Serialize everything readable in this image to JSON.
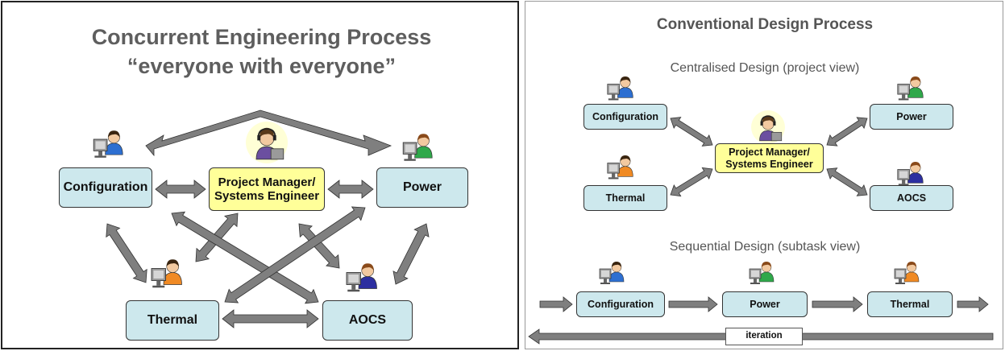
{
  "left": {
    "title_line1": "Concurrent Engineering Process",
    "title_line2": "“everyone with everyone”",
    "nodes": {
      "configuration": "Configuration",
      "pm_line1": "Project Manager/",
      "pm_line2": "Systems Engineer",
      "power": "Power",
      "thermal": "Thermal",
      "aocs": "AOCS"
    }
  },
  "right": {
    "title": "Conventional Design Process",
    "centralised_label": "Centralised Design (project view)",
    "sequential_label": "Sequential Design (subtask view)",
    "central_nodes": {
      "configuration": "Configuration",
      "power": "Power",
      "pm_line1": "Project Manager/",
      "pm_line2": "Systems Engineer",
      "thermal": "Thermal",
      "aocs": "AOCS"
    },
    "sequential_nodes": {
      "configuration": "Configuration",
      "power": "Power",
      "thermal": "Thermal"
    },
    "iteration_label": "iteration"
  },
  "colors": {
    "node_fill": "#cde8ed",
    "pm_fill": "#ffff99",
    "arrow_fill": "#7f7f7f",
    "title_color": "#5e5e5e"
  },
  "icons": [
    "person-at-computer-icon",
    "headset-manager-icon"
  ]
}
